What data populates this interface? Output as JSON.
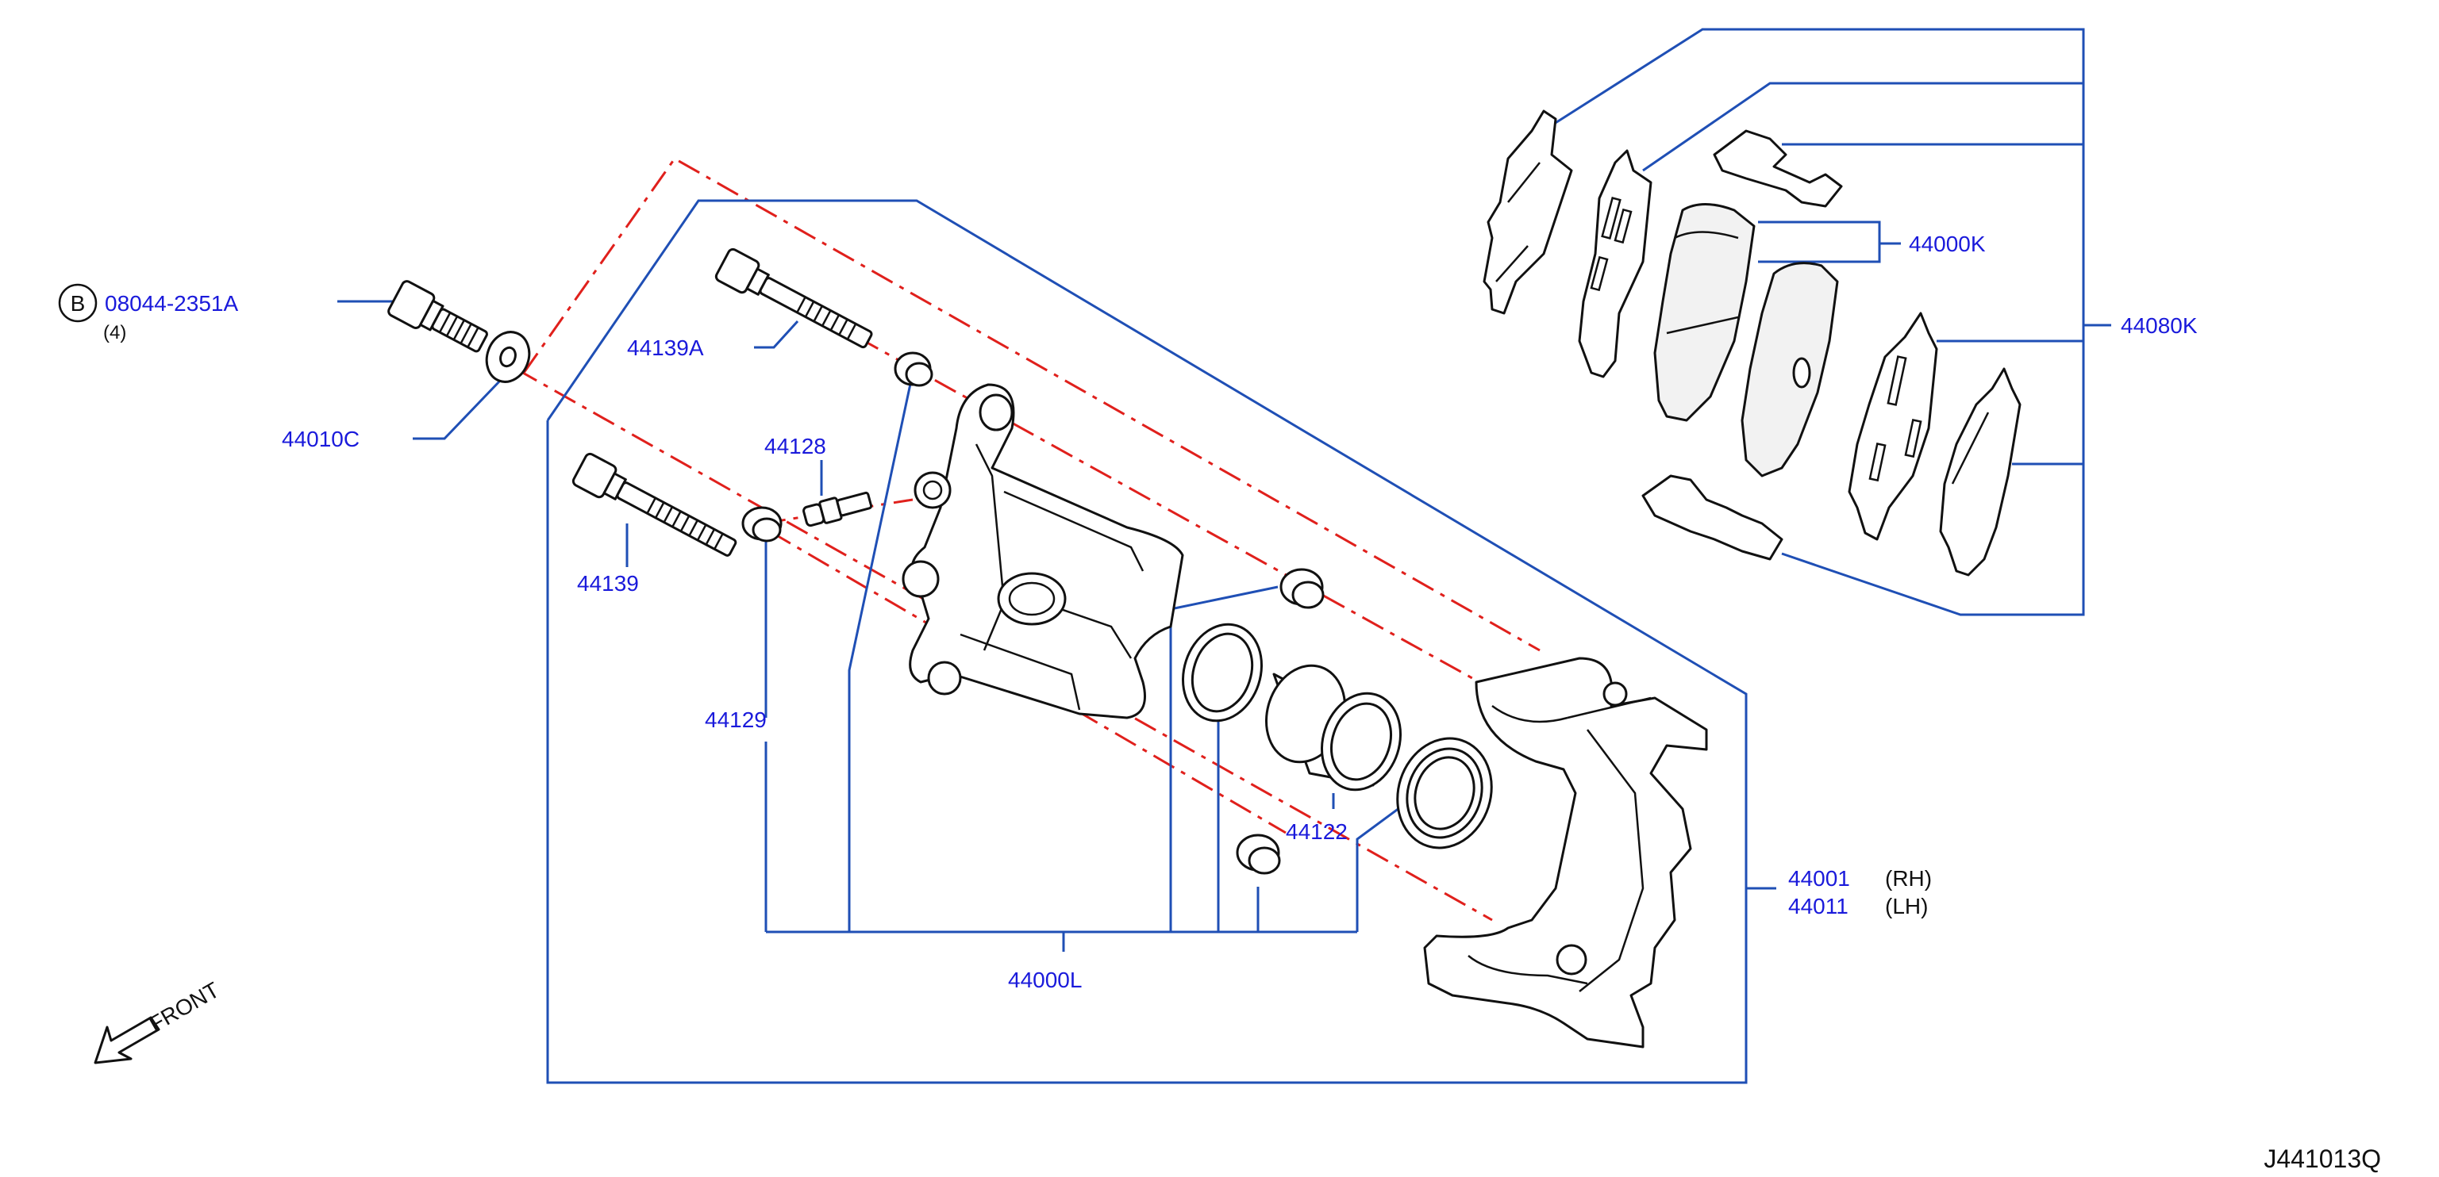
{
  "colors": {
    "label": "#1a1adb",
    "leader": "#1f4fb5",
    "centerline": "#e0201c",
    "line": "#111111"
  },
  "callouts": {
    "bolt_b": {
      "symbol": "B",
      "part": "08044-2351A",
      "qty": "(4)"
    },
    "washer": "44010C",
    "guide_pin_upper": "44139A",
    "bleeder": "44128",
    "guide_pin_lower": "44139",
    "pin_boot": "44129",
    "piston": "44122",
    "seal_kit": "44000L",
    "caliper_rh": {
      "part": "44001",
      "side": "(RH)"
    },
    "caliper_lh": {
      "part": "44011",
      "side": "(LH)"
    },
    "pad_kit": "44000K",
    "pad_hardware": "44080K"
  },
  "front_indicator": "FRONT",
  "drawing_id": "J441013Q"
}
